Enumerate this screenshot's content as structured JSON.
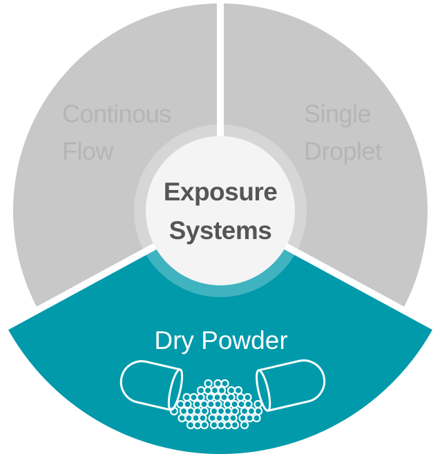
{
  "center": {
    "line1": "Exposure",
    "line2": "Systems"
  },
  "segments": [
    {
      "name": "continuous-flow",
      "line1": "Continous",
      "line2": "Flow"
    },
    {
      "name": "single-droplet",
      "line1": "Single",
      "line2": "Droplet"
    },
    {
      "name": "dry-powder",
      "label": "Dry Powder",
      "icon": "capsule-powder-icon"
    }
  ],
  "colors": {
    "gray": "#c8c8c8",
    "gray_text": "#b5b5b5",
    "teal": "#009aab",
    "center": "#f4f4f4",
    "center_text": "#555555"
  }
}
